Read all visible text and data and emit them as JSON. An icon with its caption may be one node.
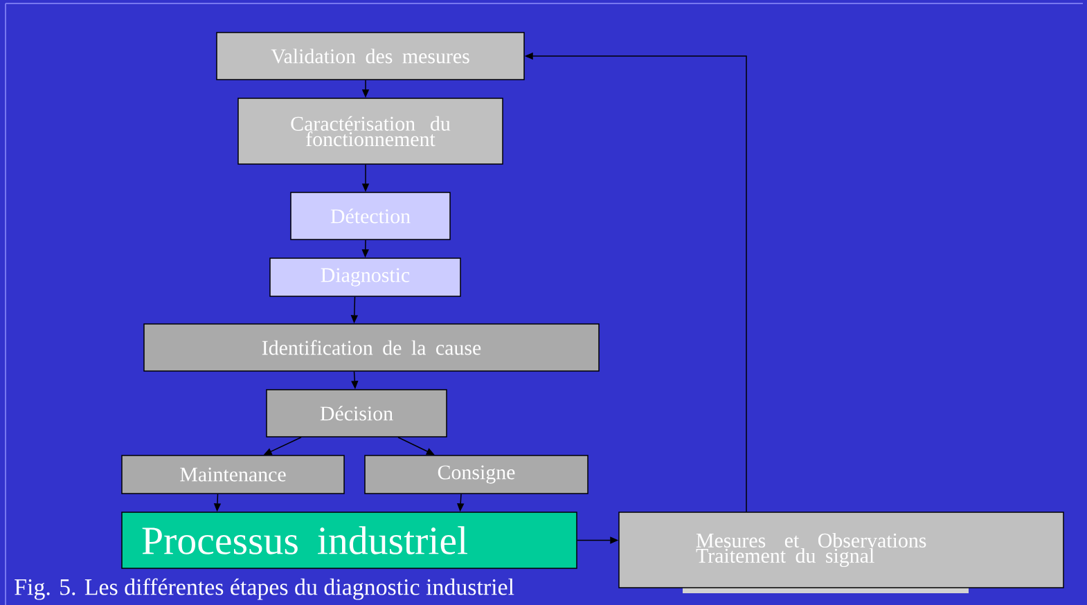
{
  "diagram": {
    "caption": "Fig. 5. Les différentes étapes du diagnostic industriel",
    "nodes": [
      {
        "text": [
          "Validation des mesures"
        ]
      },
      {
        "text": [
          "Caractérisation du fonctionnement"
        ]
      },
      {
        "text": [
          "Détection"
        ]
      },
      {
        "text": [
          "Diagnostic"
        ]
      },
      {
        "text": [
          "Identification de la cause"
        ]
      },
      {
        "text": [
          "Décision"
        ]
      },
      {
        "text": [
          "Maintenance"
        ]
      },
      {
        "text": [
          "Consigne"
        ]
      },
      {
        "text": [
          "Processus industriel"
        ]
      },
      {
        "text": [
          "Mesures et Observations Traitement du signal"
        ]
      }
    ],
    "edges": [
      {
        "from": 0,
        "to": 1,
        "arrow": "to"
      },
      {
        "from": 1,
        "to": 2,
        "arrow": "to"
      },
      {
        "from": 2,
        "to": 3,
        "arrow": "to"
      },
      {
        "from": 3,
        "to": 4,
        "arrow": "to"
      },
      {
        "from": 4,
        "to": 5,
        "arrow": "to"
      },
      {
        "from": 5,
        "to": 6,
        "arrow": "to"
      },
      {
        "from": 5,
        "to": 7,
        "arrow": "to"
      },
      {
        "from": 6,
        "to": 8,
        "arrow": "to"
      },
      {
        "from": 7,
        "to": 8,
        "arrow": "to"
      },
      {
        "from": 8,
        "to": 9,
        "arrow": "to"
      },
      {
        "from": 9,
        "to": 0,
        "arrow": "to"
      }
    ]
  }
}
